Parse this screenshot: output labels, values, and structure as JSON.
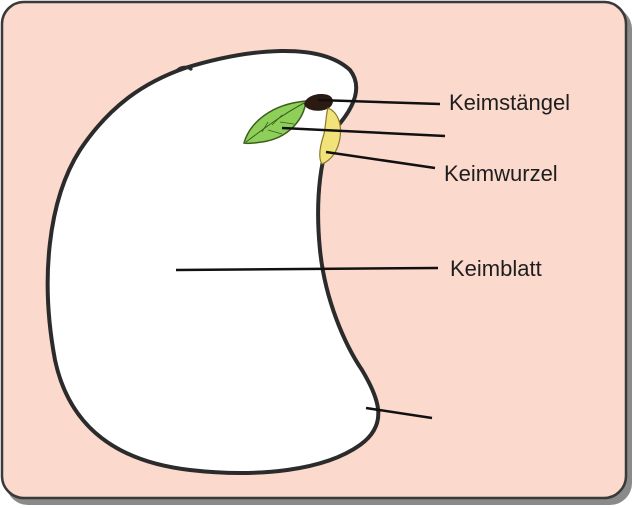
{
  "colors": {
    "background": "#fbd9cd",
    "frame_border": "#3a3a3a",
    "seed_fill": "#ffffff",
    "seed_outline": "#2b2b2b",
    "leaf_green": "#8ecf5a",
    "root_yellow": "#f2e27a",
    "stem_dark": "#2a1a12",
    "leader_line": "#111111"
  },
  "labels": {
    "stem": "Keimstängel",
    "radicle": "Keimwurzel",
    "cotyledon": "Keimblatt"
  }
}
